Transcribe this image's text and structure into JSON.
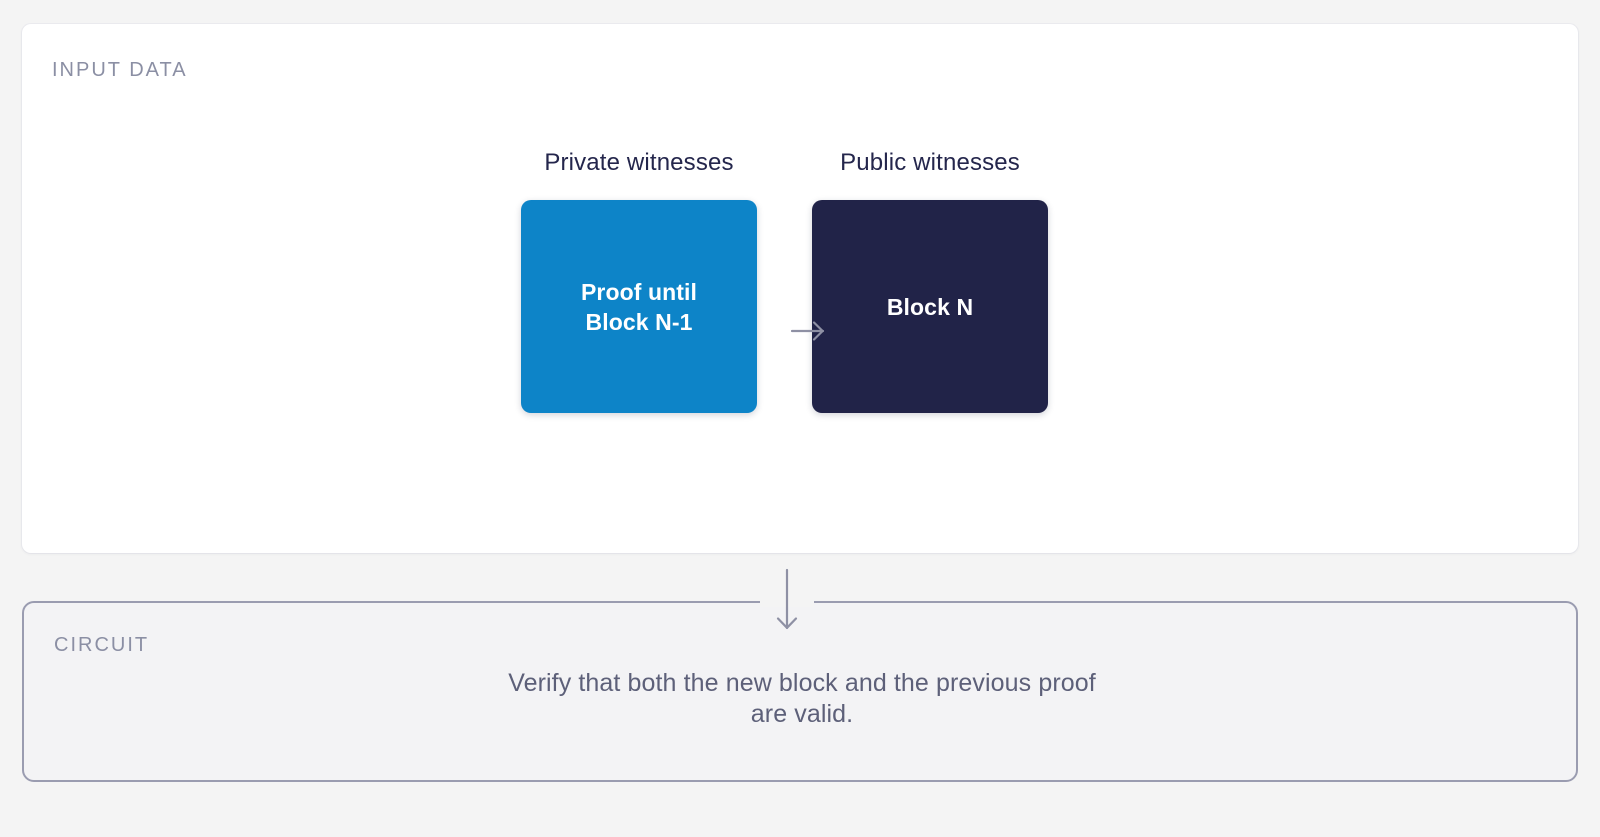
{
  "page": {
    "background_color": "#f4f4f4"
  },
  "input_section": {
    "label": "INPUT DATA",
    "label_color": "#8b8fa4",
    "background_color": "#ffffff",
    "columns": [
      {
        "name": "private-witnesses",
        "label": "Private witnesses",
        "box_text": "Proof until\nBlock N-1",
        "box_color": "#0d84c8",
        "box_text_color": "#ffffff"
      },
      {
        "name": "public-witnesses",
        "label": "Public witnesses",
        "box_text": "Block N",
        "box_color": "#212348",
        "box_text_color": "#ffffff"
      }
    ],
    "flow_arrow": {
      "name": "right-arrow-icon",
      "direction": "right",
      "color": "#8e90a4"
    }
  },
  "connector": {
    "name": "down-arrow-icon",
    "direction": "down",
    "color": "#8e90a4"
  },
  "circuit_section": {
    "label": "CIRCUIT",
    "label_color": "#8b8fa4",
    "border_color": "#9a9cb0",
    "background_color": "#f3f3f5",
    "description": "Verify that both the new block and the previous proof are valid.",
    "description_color": "#5d6079"
  }
}
